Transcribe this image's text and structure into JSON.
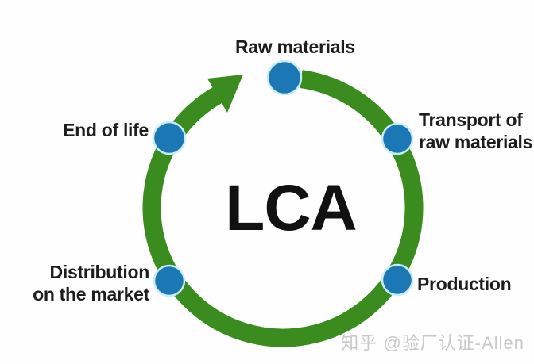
{
  "diagram": {
    "type": "cycle",
    "center_label": "LCA",
    "nodes": [
      {
        "id": "raw-materials",
        "position": "top",
        "label": "Raw materials"
      },
      {
        "id": "transport",
        "position": "upper-right",
        "label_line1": "Transport of",
        "label_line2": "raw materials"
      },
      {
        "id": "production",
        "position": "lower-right",
        "label": "Production"
      },
      {
        "id": "distribution",
        "position": "lower-left",
        "label_line1": "Distribution",
        "label_line2": "on the market"
      },
      {
        "id": "end-of-life",
        "position": "upper-left",
        "label": "End of life"
      }
    ],
    "flow_direction": "clockwise"
  },
  "colors": {
    "ring": "#3a8c1e",
    "node": "#1c78b4",
    "node_halo": "#c8ecf4",
    "text": "#1d1d1d",
    "watermark": "#c8c8c8"
  },
  "watermark": {
    "text": "知乎 @验厂认证-Allen"
  }
}
